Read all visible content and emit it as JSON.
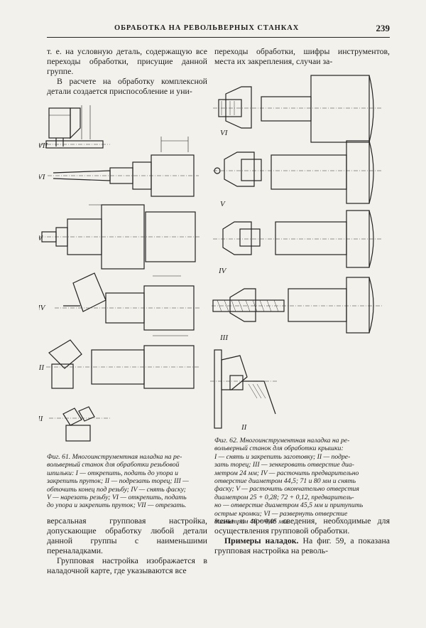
{
  "header": {
    "title": "ОБРАБОТКА НА РЕВОЛЬВЕРНЫХ СТАНКАХ",
    "page_number": "239"
  },
  "left_intro": [
    "т. е. на условную деталь, содержащую все переходы обработки, присущие данной группе.",
    "В расчете на обработку комплексной детали создается приспособление и уни-"
  ],
  "right_intro": "переходы обработки, шифры инструментов, места их закрепления, случаи за-",
  "fig61": {
    "caption_lines": [
      "Фиг. 61. Многоинструментная наладка на ре-",
      "вольверный станок для обработки резьбовой",
      "шпильки: I — открепить, подать до упора и",
      "закрепить пруток; II — подрезать торец; III —",
      "обточить конец под резьбу; IV — снять фаску;",
      "V — нарезать резьбу; VI — открепить, подать",
      "до упора и закрепить пруток; VII — отрезать."
    ],
    "labels": {
      "VII": "VII",
      "VI": "VI",
      "V": "V",
      "IV": "IV",
      "III": "III",
      "II": "II"
    }
  },
  "fig62": {
    "caption_lines": [
      "Фиг. 62. Многоинструментная наладка на ре-",
      "вольверный станок для обработки крышки:",
      "I — снять и закрепить заготовку; II — подре-",
      "зать торец; III — зенкеровать отверстие диа-",
      "метром 24 мм; IV — расточить предварительно",
      "отверстие диаметром 44,5; 71 и 80 мм и снять",
      "фаску; V — расточить окончательно отверстия",
      "диаметром 25 + 0,28; 72 + 0,12, предваритель-",
      "но — отверстие диаметром 45,5 мм и притупить",
      "острые кромки; VI — развернуть отверстие",
      "диаметром 46 + 0,05 мм."
    ],
    "labels": {
      "VI": "VI",
      "V": "V",
      "IV": "IV",
      "III": "III",
      "II": "II"
    }
  },
  "left_bottom": [
    "версальная групповая настройка, допускающие обработку любой детали данной группы с наименьшими переналадками.",
    "Групповая настройка изображается в наладочной карте, где указываются все"
  ],
  "right_bottom": {
    "line1": "мены и прочие сведения, необходимые для осуществления групповой обработки.",
    "heading": "Примеры наладок.",
    "line2": " На фиг. 59, а показана групповая настройка на револь-"
  }
}
